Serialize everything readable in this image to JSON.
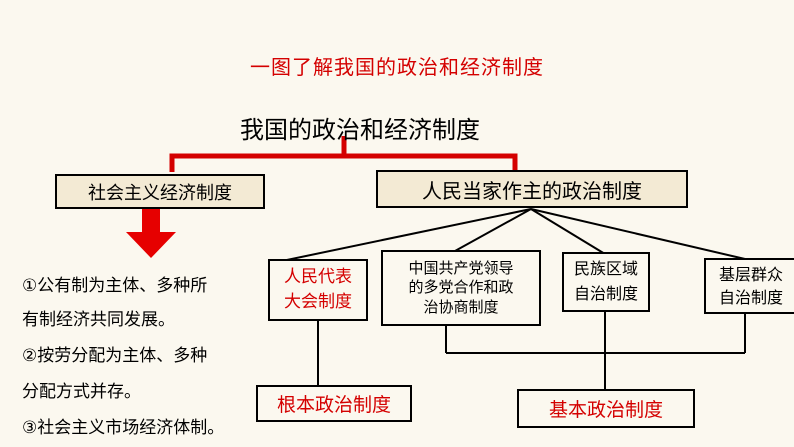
{
  "title": "一图了解我国的政治和经济制度",
  "root": "我国的政治和经济制度",
  "economic_system": "社会主义经济制度",
  "political_system": "人民当家作主的政治制度",
  "economic_points": [
    "①公有制为主体、多种所",
    "有制经济共同发展。",
    "②按劳分配为主体、多种",
    "分配方式并存。",
    "③社会主义市场经济体制。"
  ],
  "sub_systems": {
    "npc": [
      "人民代表",
      "大会制度"
    ],
    "cpc": [
      "中国共产党领导",
      "的多党合作和政",
      "治协商制度"
    ],
    "ethnic": [
      "民族区域",
      "自治制度"
    ],
    "grassroots": [
      "基层群众",
      "自治制度"
    ]
  },
  "fundamental": "根本政治制度",
  "basic": "基本政治制度",
  "colors": {
    "red": "#d40000",
    "black": "#000000",
    "background": "#fbf8ef",
    "box_fill": "#f3ead4"
  }
}
